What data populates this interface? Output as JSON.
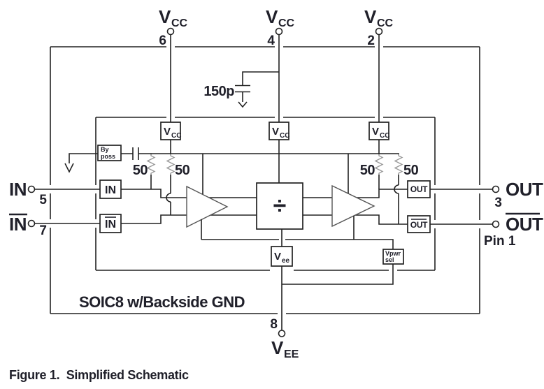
{
  "figure": {
    "caption": "Figure 1.  Simplified Schematic"
  },
  "package": {
    "label": "SOIC8 w/Backside GND"
  },
  "power_labels": {
    "vcc_main": "V",
    "vcc_sub": "CC",
    "vee_main": "V",
    "vee_sub": "EE",
    "vee_box_main": "V",
    "vee_box_sub": "ee"
  },
  "pins": {
    "pin2": "2",
    "pin3": "3",
    "pin4": "4",
    "pin5": "5",
    "pin6": "6",
    "pin7": "7",
    "pin8": "8",
    "pin1": "Pin 1"
  },
  "terminals": {
    "in": "IN",
    "in_bar": "IN",
    "out": "OUT",
    "out_bar": "OUT"
  },
  "blocks": {
    "in_box": "IN",
    "in_bar_box": "IN",
    "out_box": "OUT",
    "out_bar_box": "OUT",
    "bypass_line1": "By",
    "bypass_line2": "poss",
    "vpwr_line1": "Vpwr",
    "vpwr_line2": "sel",
    "divider": "÷"
  },
  "components": {
    "cap_value": "150p",
    "res1": "50",
    "res2": "50",
    "res3": "50",
    "res4": "50"
  },
  "colors": {
    "ink": "#20202a",
    "wire": "#222222",
    "resistor": "#9a9a9a"
  }
}
